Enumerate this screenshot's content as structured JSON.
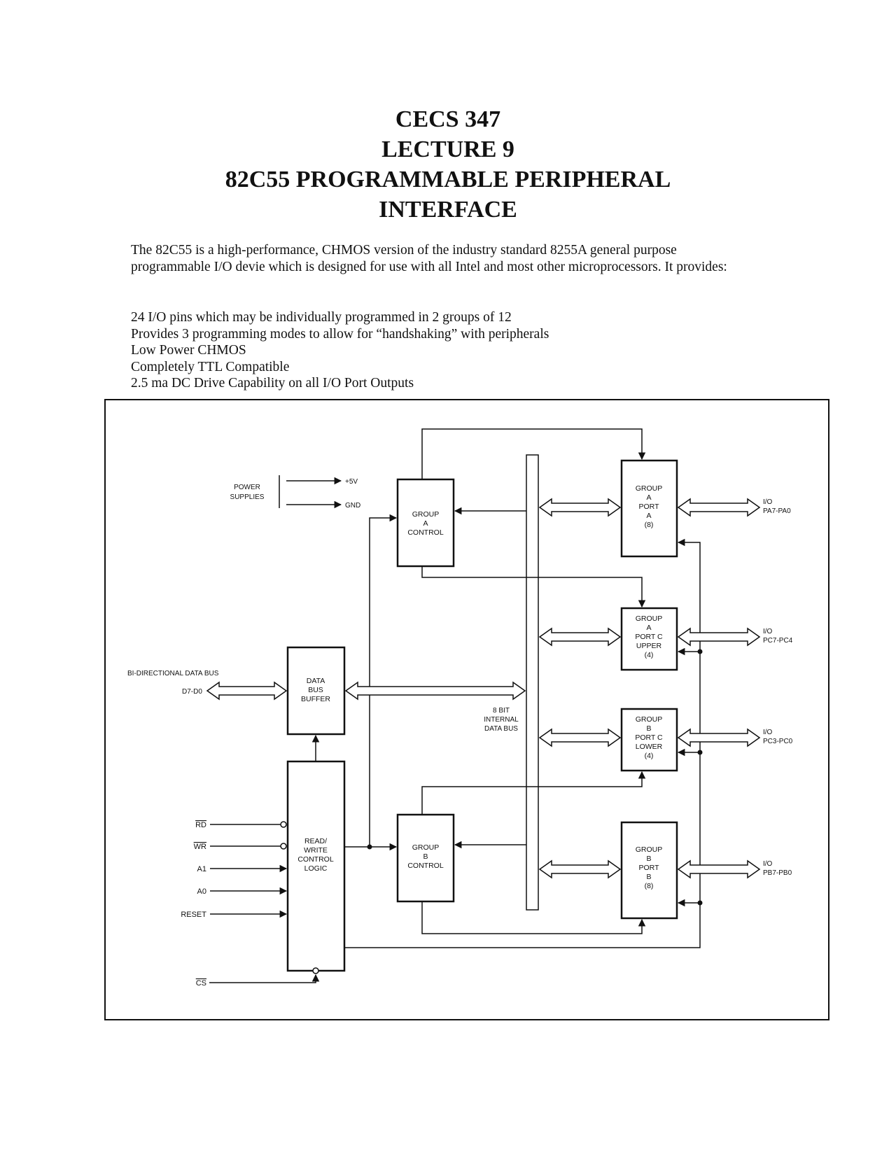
{
  "title": {
    "line1": "CECS 347",
    "line2": "LECTURE 9",
    "line3": "82C55 PROGRAMMABLE PERIPHERAL",
    "line4": "INTERFACE"
  },
  "intro": "The 82C55 is a high-performance, CHMOS version of the industry standard 8255A general purpose programmable I/O devie which is designed for use with all Intel and most other microprocessors.  It provides:",
  "features": [
    "24 I/O pins which may be individually programmed in 2 groups of 12",
    "Provides 3 programming modes to allow for “handshaking” with peripherals",
    "Low Power CHMOS",
    "Completely TTL Compatible",
    "2.5 ma DC Drive Capability on all I/O Port Outputs"
  ],
  "diagram": {
    "power": {
      "label1": "POWER",
      "label2": "SUPPLIES",
      "vcc": "+5V",
      "gnd": "GND"
    },
    "group_a_control": [
      "GROUP",
      "A",
      "CONTROL"
    ],
    "group_b_control": [
      "GROUP",
      "B",
      "CONTROL"
    ],
    "port_a": [
      "GROUP",
      "A",
      "PORT",
      "A",
      "(8)"
    ],
    "port_c_upper": [
      "GROUP",
      "A",
      "PORT C",
      "UPPER",
      "(4)"
    ],
    "port_c_lower": [
      "GROUP",
      "B",
      "PORT C",
      "LOWER",
      "(4)"
    ],
    "port_b": [
      "GROUP",
      "B",
      "PORT",
      "B",
      "(8)"
    ],
    "data_bus_buffer": [
      "DATA",
      "BUS",
      "BUFFER"
    ],
    "rw_logic": [
      "READ/",
      "WRITE",
      "CONTROL",
      "LOGIC"
    ],
    "internal_bus": [
      "8 BIT",
      "INTERNAL",
      "DATA BUS"
    ],
    "bidir_label": "BI-DIRECTIONAL DATA BUS",
    "data_pins": "D7-D0",
    "io_label": "I/O",
    "io_pa": "PA7-PA0",
    "io_pcu": "PC7-PC4",
    "io_pcl": "PC3-PC0",
    "io_pb": "PB7-PB0",
    "inputs": {
      "rd": "RD",
      "wr": "WR",
      "a1": "A1",
      "a0": "A0",
      "reset": "RESET",
      "cs": "CS"
    }
  }
}
